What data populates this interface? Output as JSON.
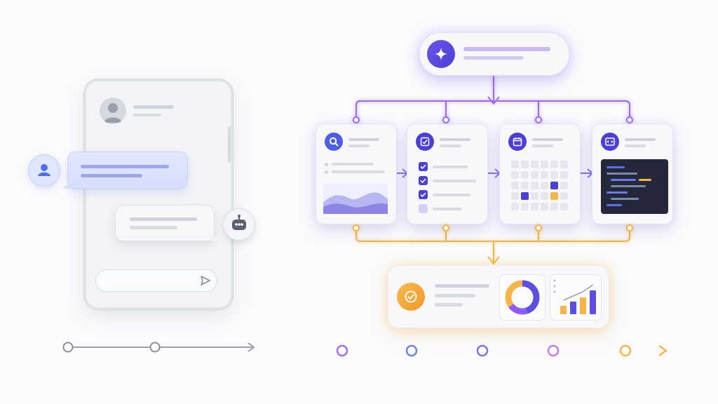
{
  "icons": {
    "user": "user-icon",
    "bot": "robot-icon",
    "send": "send-icon",
    "sparkle": "sparkle-icon",
    "search": "search-icon",
    "checklist": "checklist-icon",
    "calendar": "calendar-icon",
    "code": "code-icon",
    "check": "check-icon"
  },
  "colors": {
    "purple": "#8b5cf6",
    "indigo": "#5b4fe0",
    "orange": "#f5b54a",
    "blue": "#6d8cf5",
    "pink": "#c77be8",
    "gray": "#9aa0ad"
  },
  "donut": {
    "segments": [
      0.45,
      0.2,
      0.35
    ]
  },
  "bar_chart": {
    "values": [
      0.3,
      0.45,
      0.6,
      0.85
    ]
  },
  "timeline_left": {
    "nodes": 2
  },
  "timeline_right": {
    "nodes": 5
  }
}
